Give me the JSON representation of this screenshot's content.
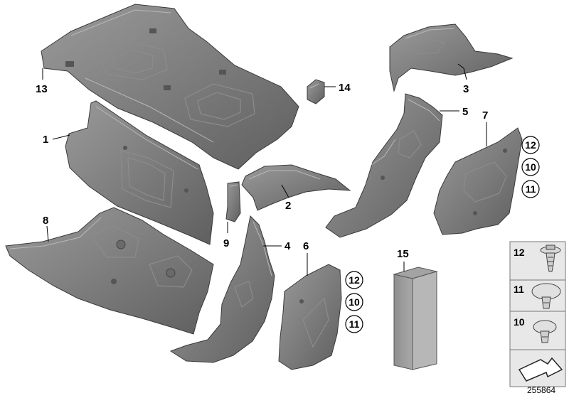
{
  "diagram": {
    "callouts": [
      "13",
      "14",
      "1",
      "2",
      "3",
      "5",
      "7",
      "8",
      "9",
      "4",
      "6",
      "15"
    ],
    "circled_groups": [
      [
        "12",
        "10",
        "11"
      ],
      [
        "12",
        "10",
        "11"
      ]
    ],
    "legend": {
      "items": [
        {
          "number": "12",
          "icon": "push-rivet-clip-icon"
        },
        {
          "number": "11",
          "icon": "expanding-rivet-large-icon"
        },
        {
          "number": "10",
          "icon": "expanding-rivet-small-icon"
        }
      ],
      "arrow_icon": "direction-arrow-icon"
    },
    "document_id": "255864"
  },
  "colors": {
    "part_fill": "#7d7d7d",
    "part_light": "#a3a3a3",
    "part_dark": "#5c5c5c",
    "legend_bg": "#e8e8e8"
  }
}
